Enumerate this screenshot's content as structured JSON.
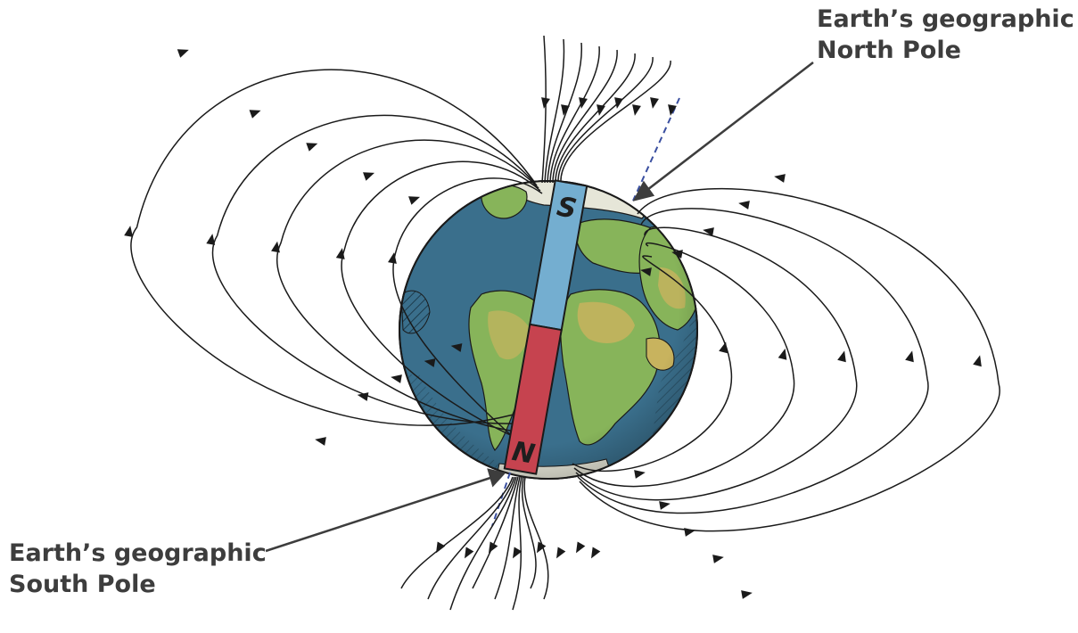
{
  "labels": {
    "north_pole": [
      "Earth’s geographic",
      "North Pole"
    ],
    "south_pole": [
      "Earth’s geographic",
      "South Pole"
    ]
  },
  "magnet": {
    "top_pole": "S",
    "bottom_pole": "N"
  },
  "colors": {
    "ocean": "#3a6f8c",
    "land": "#87b45a",
    "land_dry": "#c8b35e",
    "ice": "#e6e6d8",
    "magnet_south": "#74aed0",
    "magnet_north": "#c6434f",
    "field_lines": "#1a1a1a",
    "axis": "#3a4fa0",
    "label_text": "#3d3d3d"
  }
}
